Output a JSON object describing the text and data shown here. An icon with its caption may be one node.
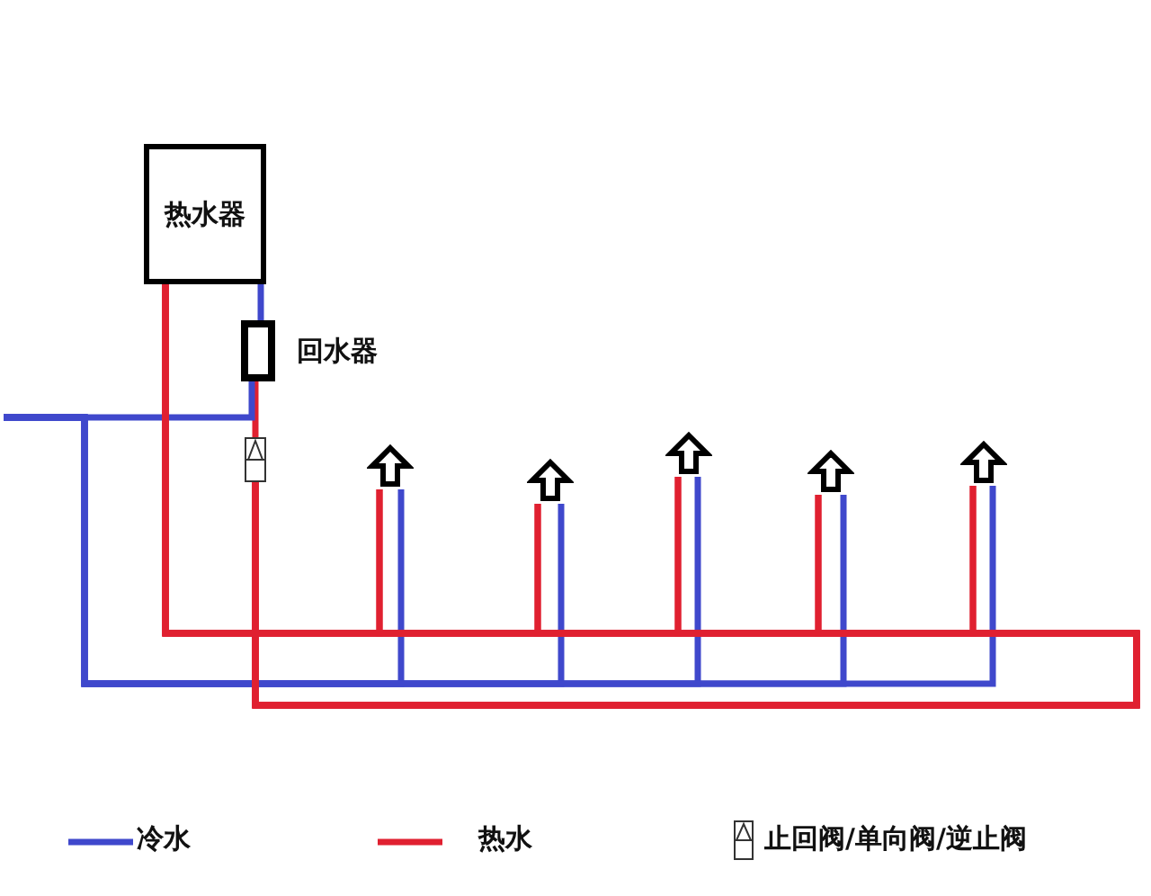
{
  "diagram": {
    "nodes": [
      {
        "text": [
          "热水器"
        ]
      },
      {
        "text": [],
        "shape": "box",
        "beside": [
          "回水器"
        ]
      },
      {
        "text": [],
        "shape": "box"
      },
      {
        "text": [],
        "shape": "arrow"
      },
      {
        "text": [],
        "shape": "arrow"
      },
      {
        "text": [],
        "shape": "arrow"
      },
      {
        "text": [],
        "shape": "arrow"
      },
      {
        "text": [],
        "shape": "arrow"
      }
    ],
    "edges": [
      {
        "from": 0,
        "to": 1,
        "arrow": "none",
        "color": "#3f48cc"
      },
      {
        "from": 1,
        "to": 2,
        "arrow": "none"
      },
      {
        "from": null,
        "to": 1,
        "arrow": "none",
        "color": "#3f48cc"
      },
      {
        "from": null,
        "to": 3,
        "arrow": "none",
        "color": "#3f48cc"
      },
      {
        "from": null,
        "to": 4,
        "arrow": "none",
        "color": "#3f48cc"
      },
      {
        "from": null,
        "to": 5,
        "arrow": "none",
        "color": "#3f48cc"
      },
      {
        "from": null,
        "to": 6,
        "arrow": "none",
        "color": "#3f48cc"
      },
      {
        "from": null,
        "to": 7,
        "arrow": "none",
        "color": "#3f48cc"
      },
      {
        "from": 0,
        "to": 3,
        "arrow": "none"
      },
      {
        "from": 0,
        "to": 4,
        "arrow": "none"
      },
      {
        "from": 0,
        "to": 5,
        "arrow": "none"
      },
      {
        "from": 0,
        "to": 6,
        "arrow": "none"
      },
      {
        "from": 0,
        "to": 7,
        "arrow": "none"
      },
      {
        "from": 2,
        "to": 3,
        "arrow": "none"
      },
      {
        "from": 2,
        "to": 4,
        "arrow": "none"
      },
      {
        "from": 2,
        "to": 5,
        "arrow": "none"
      },
      {
        "from": 2,
        "to": 6,
        "arrow": "none"
      },
      {
        "from": 2,
        "to": 7,
        "arrow": "none"
      }
    ],
    "legend": [
      {
        "text": "冷水",
        "color": "#3f48cc"
      },
      {
        "text": "热水",
        "color": "#e02030"
      },
      {
        "text": "止回阀/单向阀/逆止阀"
      }
    ]
  }
}
